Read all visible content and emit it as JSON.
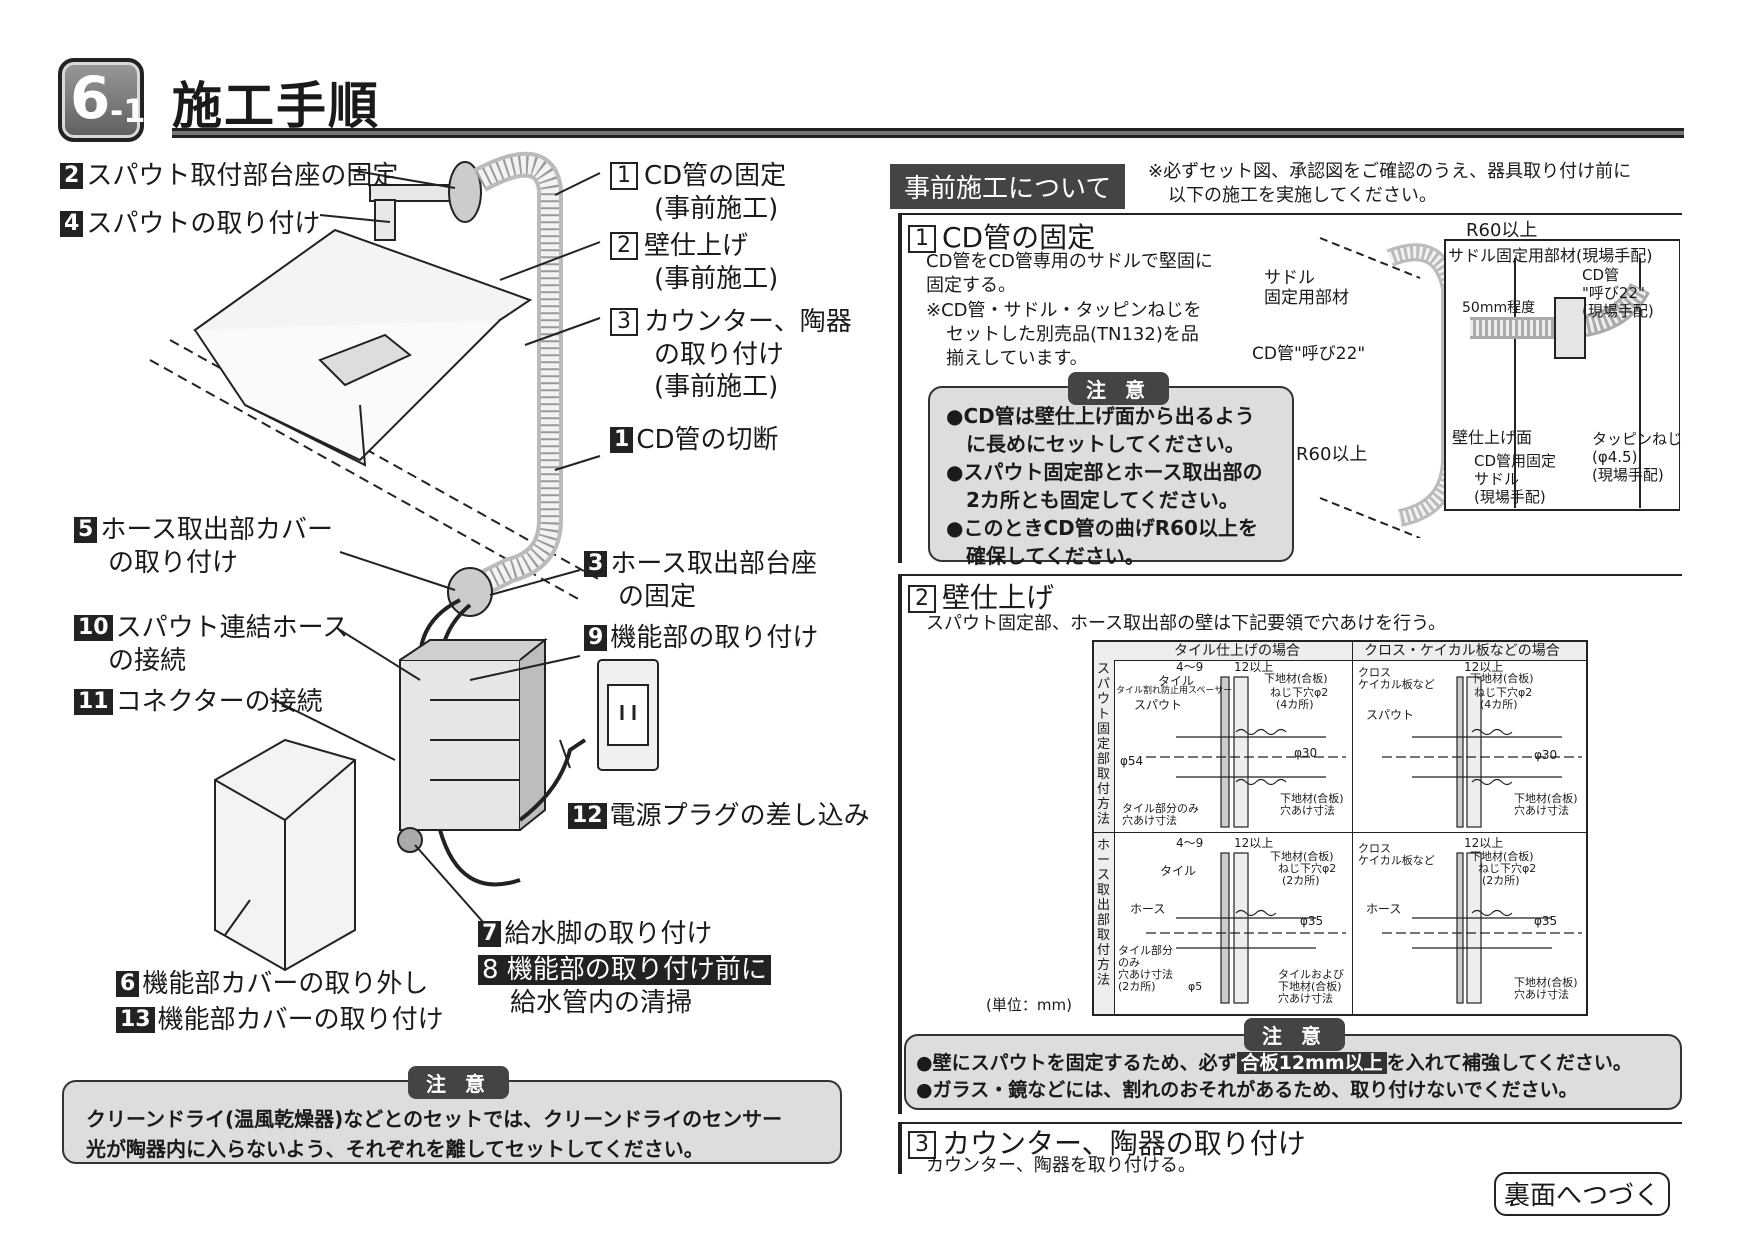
{
  "header": {
    "badge_num": "6",
    "badge_sub": "-1",
    "title": "施工手順"
  },
  "left": {
    "labels": [
      {
        "num": "2",
        "text": "スパウト取付部台座の固定"
      },
      {
        "num": "4",
        "text": "スパウトの取り付け"
      },
      {
        "num": "1",
        "text": "CD管の固定",
        "sub": "(事前施工)"
      },
      {
        "num": "2",
        "text": "壁仕上げ",
        "sub": "(事前施工)"
      },
      {
        "num": "3",
        "text": "カウンター、陶器",
        "text2": "の取り付け",
        "sub": "(事前施工)"
      },
      {
        "num": "1",
        "text": "CD管の切断"
      },
      {
        "num": "5",
        "text": "ホース取出部カバー",
        "text2": "の取り付け"
      },
      {
        "num": "3",
        "text": "ホース取出部台座",
        "text2": "の固定"
      },
      {
        "num": "10",
        "text": "スパウト連結ホース",
        "text2": "の接続"
      },
      {
        "num": "9",
        "text": "機能部の取り付け"
      },
      {
        "num": "11",
        "text": "コネクターの接続"
      },
      {
        "num": "12",
        "text": "電源プラグの差し込み"
      },
      {
        "num": "7",
        "text": "給水脚の取り付け"
      },
      {
        "num": "8",
        "text": "機能部の取り付け前に",
        "text2": "給水管内の清掃"
      },
      {
        "num": "6",
        "text": "機能部カバーの取り外し"
      },
      {
        "num": "13",
        "text": "機能部カバーの取り付け"
      }
    ],
    "warning_tag": "注 意",
    "warning_text1": "クリーンドライ(温風乾燥器)などとのセットでは、クリーンドライのセンサー",
    "warning_text2": "光が陶器内に入らないよう、それぞれを離してセットしてください。"
  },
  "right": {
    "pre_title": "事前施工について",
    "pre_note1": "※必ずセット図、承認図をご確認のうえ、器具取り付け前に",
    "pre_note2": "以下の施工を実施してください。",
    "s1": {
      "num": "1",
      "title": "CD管の固定",
      "body1": "CD管をCD管専用のサドルで堅固に",
      "body2": "固定する。",
      "note1": "※CD管・サドル・タッピンねじを",
      "note2": "セットした別売品(TN132)を品",
      "note3": "揃えしています。",
      "warn_tag": "注 意",
      "warn1": "●CD管は壁仕上げ面から出るよう",
      "warn2": "に長めにセットしてください。",
      "warn3": "●スパウト固定部とホース取出部の",
      "warn4": "2カ所とも固定してください。",
      "warn5": "●このときCD管の曲げR60以上を",
      "warn6": "確保してください。",
      "fig": {
        "r60_top": "R60以上",
        "saddle": "サドル",
        "saddle2": "固定用部材",
        "cd22": "CD管\"呼び22\"",
        "r60_bottom": "R60以上",
        "box_title": "サドル固定用部材(現場手配)",
        "cd_pipe": "CD管",
        "cd_pipe2": "\"呼び22\"",
        "cd_pipe3": "(現場手配)",
        "dim50": "50mm程度",
        "wall": "壁仕上げ面",
        "tap": "タッピンねじ",
        "tap2": "(φ4.5)",
        "tap3": "(現場手配)",
        "sad1": "CD管用固定",
        "sad2": "サドル",
        "sad3": "(現場手配)"
      }
    },
    "s2": {
      "num": "2",
      "title": "壁仕上げ",
      "body": "スパウト固定部、ホース取出部の壁は下記要領で穴あけを行う。",
      "col1": "タイル仕上げの場合",
      "col2": "クロス・ケイカル板などの場合",
      "row1": "スパウト固定部取付方法",
      "row2": "ホース取出部取付方法",
      "unit": "(単位：mm)",
      "t": {
        "d49": "4～9",
        "d12": "12以上",
        "tile": "タイル",
        "spacer": "タイル割れ防止用スペーサー",
        "spout": "スパウト",
        "base": "下地材(合板)",
        "screw": "ねじ下穴φ2",
        "four": "(4カ所)",
        "two": "(2カ所)",
        "d54": "φ54",
        "d30": "φ30",
        "d35": "φ35",
        "tile_hole": "タイル部分のみ",
        "hole": "穴あけ寸法",
        "base_hole": "下地材(合板)",
        "base_hole2": "穴あけ寸法",
        "cloth": "クロス",
        "cloth2": "ケイカル板など",
        "hose": "ホース",
        "tile_hole2": "タイル部分",
        "tile_hole3": "のみ",
        "tile_hole4": "穴あけ寸法",
        "tile_hole5": "(2カ所)",
        "both": "タイルおよび",
        "both2": "下地材(合板)",
        "both3": "穴あけ寸法",
        "d5": "φ5"
      },
      "warn_tag": "注 意",
      "warn1a": "●壁にスパウトを固定するため、必ず",
      "warn1b": "合板12mm以上",
      "warn1c": "を入れて補強してください。",
      "warn2": "●ガラス・鏡などには、割れのおそれがあるため、取り付けないでください。"
    },
    "s3": {
      "num": "3",
      "title": "カウンター、陶器の取り付け",
      "body": "カウンター、陶器を取り付ける。"
    },
    "continue": "裏面へつづく"
  }
}
